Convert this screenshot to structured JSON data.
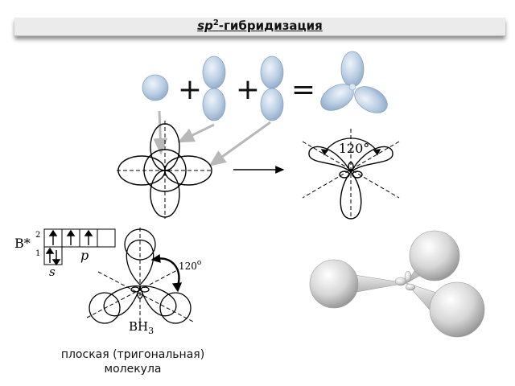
{
  "title": {
    "prefix": "sp",
    "superscript": "2",
    "suffix": "-гибридизация"
  },
  "equation": {
    "plus_1": "+",
    "plus_2": "+",
    "equals": "="
  },
  "angle_label_top": "120°",
  "electron_config": {
    "atom": "B*",
    "level_2": "2",
    "level_1": "1",
    "p_label": "p",
    "s_label": "s"
  },
  "angle_label_bottom": {
    "value": "120",
    "degree": "o"
  },
  "molecule_formula": {
    "base": "BH",
    "subscript": "3"
  },
  "caption": {
    "line1": "плоская (тригональная)",
    "line2": "молекула"
  }
}
